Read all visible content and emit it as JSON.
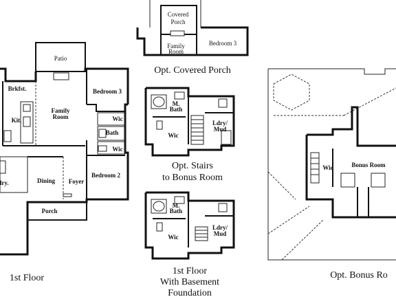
{
  "captions": {
    "first_floor": "1st Floor",
    "opt_covered_porch": "Opt. Covered Porch",
    "opt_stairs_line1": "Opt. Stairs",
    "opt_stairs_line2": "to Bonus Room",
    "basement_line1": "1st Floor",
    "basement_line2": "With Basement",
    "basement_line3": "Foundation",
    "opt_bonus_room": "Opt. Bonus Ro"
  },
  "first_floor_rooms": {
    "patio": "Patio",
    "brkfst": "Brkfst.",
    "kit": "Kit.",
    "family_room_1": "Family",
    "family_room_2": "Room",
    "bedroom3": "Bedroom 3",
    "wic_upper": "Wic",
    "bath": "Bath",
    "wic_lower": "Wic",
    "dining": "Dining",
    "foyer": "Foyer",
    "bedroom2": "Bedroom 2",
    "porch": "Porch",
    "laundry_partial": "dry."
  },
  "covered_porch_rooms": {
    "covered_porch_1": "Covered",
    "covered_porch_2": "Porch",
    "family_room_1": "Family",
    "family_room_2": "Room",
    "bedroom3": "Bedroom 3"
  },
  "stairs_rooms": {
    "m_bath_1": "M.",
    "m_bath_2": "Bath",
    "wic": "Wic",
    "ldry_mud_1": "Ldry/",
    "ldry_mud_2": "Mud"
  },
  "basement_rooms": {
    "m_bath_1": "M.",
    "m_bath_2": "Bath",
    "wic": "Wic",
    "ldry_mud_1": "Ldry/",
    "ldry_mud_2": "Mud"
  },
  "bonus_rooms": {
    "wic": "Wic",
    "bonus_room": "Bonus Room"
  }
}
